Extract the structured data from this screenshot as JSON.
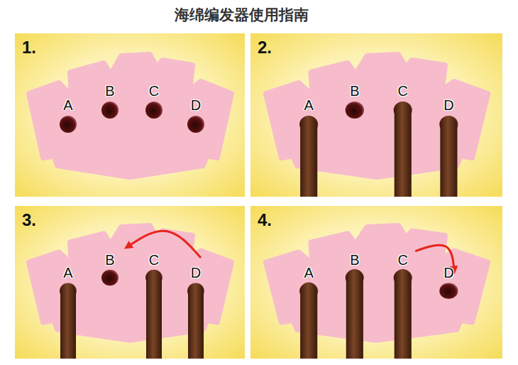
{
  "diagram": {
    "title": "海绵编发器使用指南",
    "labels": [
      "1.",
      "A",
      "B",
      "C",
      "D",
      "2.",
      "A",
      "B",
      "C",
      "D",
      "3.",
      "A",
      "B",
      "C",
      "D",
      "4.",
      "A",
      "B",
      "C",
      "D"
    ]
  }
}
